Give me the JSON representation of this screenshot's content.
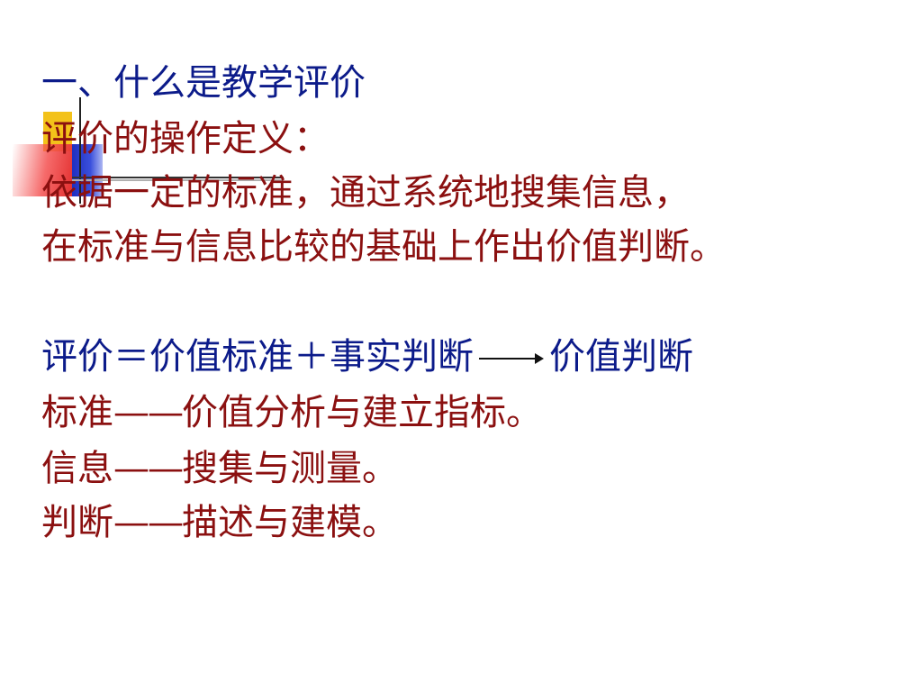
{
  "heading": "一、什么是教学评价",
  "definition": {
    "label": "评价的操作定义：",
    "line1": "依据一定的标准，通过系统地搜集信息，",
    "line2": "在标准与信息比较的基础上作出价值判断。"
  },
  "formula": {
    "lhs": "评价＝价值标准＋事实判断",
    "rhs": "价值判断"
  },
  "items": [
    {
      "term": "标准",
      "dash": "——",
      "desc": "价值分析与建立指标。"
    },
    {
      "term": "信息",
      "dash": "——",
      "desc": "搜集与测量。"
    },
    {
      "term": "判断",
      "dash": "——",
      "desc": "描述与建模。"
    }
  ],
  "colors": {
    "navy": "#0c1b8a",
    "maroon": "#8b1010",
    "accent_yellow": "#f3c21a",
    "accent_red": "#e33030",
    "accent_blue": "#1f2fbf"
  },
  "icons": [
    "arrow-right-icon"
  ]
}
